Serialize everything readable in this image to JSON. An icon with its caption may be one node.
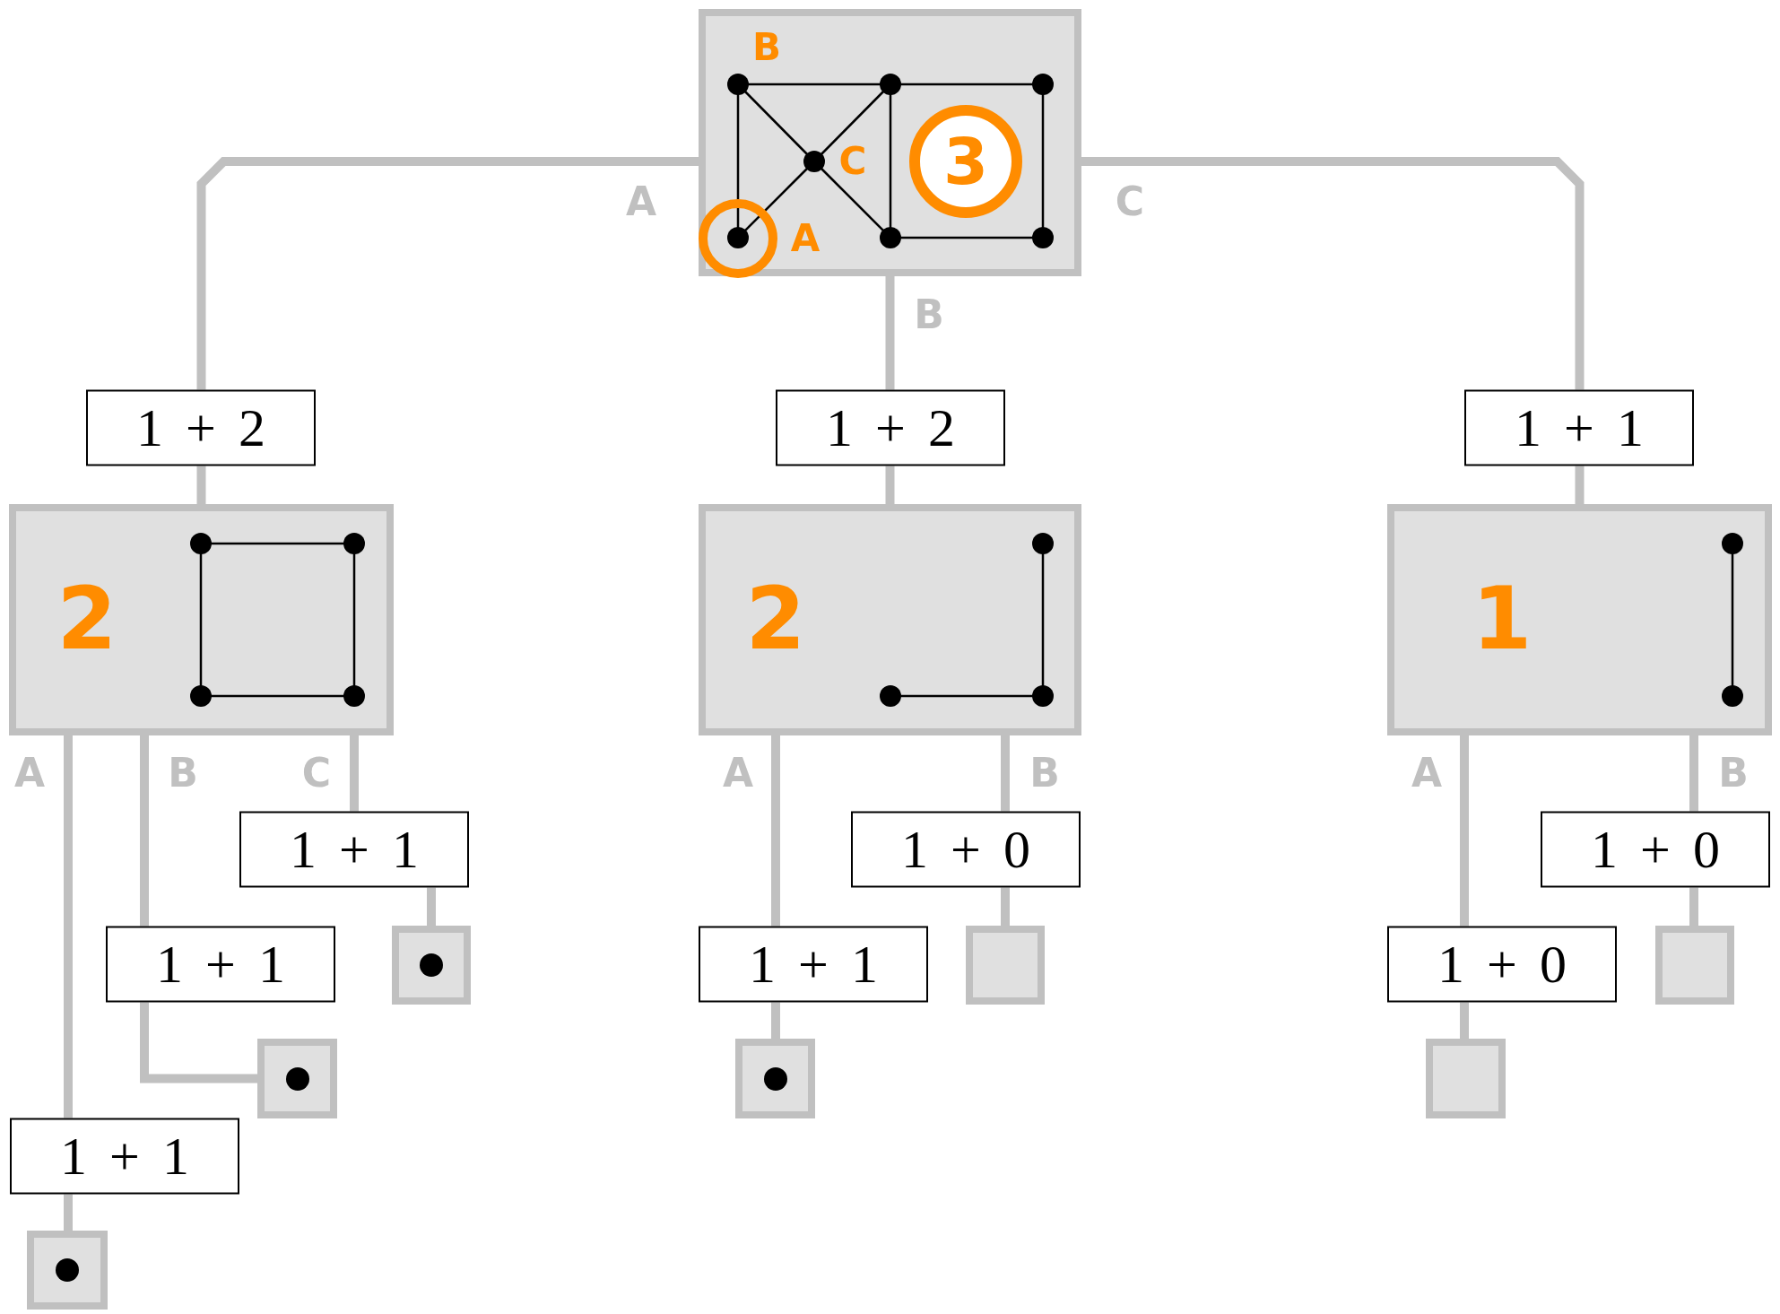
{
  "diagram": {
    "nodes": [
      {
        "text": [
          "B",
          "C",
          "A"
        ]
      },
      {
        "text": [],
        "shape": "circle",
        "in": 0
      },
      {
        "text": [
          "3"
        ],
        "in": 0
      },
      {
        "text": [
          "2"
        ]
      },
      {
        "text": [
          "2"
        ]
      },
      {
        "text": [
          "1"
        ]
      },
      {
        "text": [],
        "shape": "box"
      },
      {
        "text": [],
        "shape": "circle",
        "in": 6
      },
      {
        "text": [],
        "shape": "box"
      },
      {
        "text": [],
        "shape": "circle",
        "in": 8
      },
      {
        "text": [],
        "shape": "box"
      },
      {
        "text": [],
        "shape": "circle",
        "in": 10
      },
      {
        "text": [],
        "shape": "box"
      },
      {
        "text": [],
        "shape": "circle",
        "in": 12
      },
      {
        "text": [],
        "shape": "box"
      },
      {
        "text": [],
        "shape": "box"
      },
      {
        "text": [],
        "shape": "box"
      }
    ],
    "edges": [
      {
        "from": 0,
        "to": 3,
        "arrow": "none",
        "label": "1 + 2"
      },
      {
        "from": 0,
        "to": 4,
        "arrow": "none",
        "label": "1 + 2"
      },
      {
        "from": 0,
        "to": 5,
        "arrow": "none",
        "label": "1 + 1"
      },
      {
        "from": 3,
        "to": 6,
        "arrow": "none",
        "label": "1 + 1"
      },
      {
        "from": 3,
        "to": 8,
        "arrow": "none",
        "label": "1 + 1"
      },
      {
        "from": 3,
        "to": 10,
        "arrow": "none",
        "label": "1 + 1"
      },
      {
        "from": 4,
        "to": 12,
        "arrow": "none",
        "label": "1 + 1"
      },
      {
        "from": 4,
        "to": 14,
        "arrow": "none",
        "label": "1 + 0"
      },
      {
        "from": 5,
        "to": 15,
        "arrow": "none",
        "label": "1 + 0"
      },
      {
        "from": 5,
        "to": 16,
        "arrow": "none",
        "label": "1 + 0"
      }
    ],
    "labels": [
      "A",
      "C",
      "B",
      "A",
      "B",
      "C",
      "A",
      "B",
      "A",
      "B"
    ]
  }
}
